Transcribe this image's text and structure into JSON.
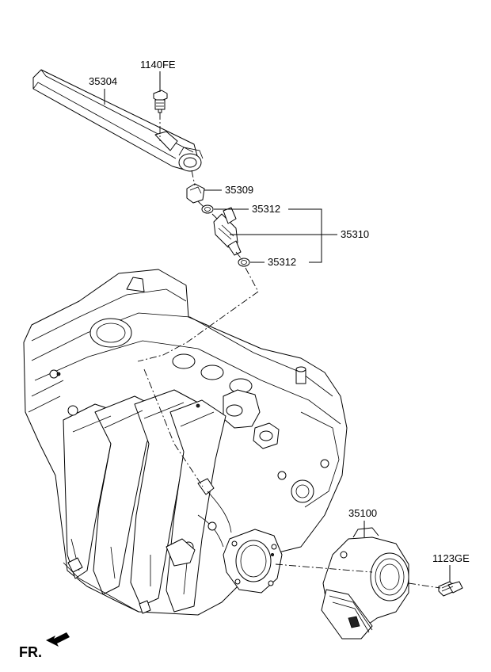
{
  "labels": {
    "bolt_top": "1140FE",
    "fuel_rail": "35304",
    "clip": "35309",
    "o_ring_upper": "35312",
    "injector_assy": "35310",
    "o_ring_lower": "35312",
    "throttle_body": "35100",
    "bolt_throttle": "1123GE"
  },
  "front_marker": {
    "text": "FR."
  }
}
